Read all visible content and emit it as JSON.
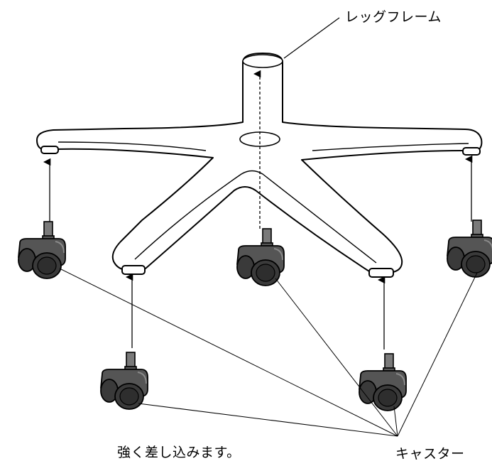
{
  "labels": {
    "leg_frame": "レッグフレーム",
    "insert_firmly": "強く差し込みます。",
    "caster": "キャスター"
  },
  "colors": {
    "line": "#000000",
    "caster_body": "#555555",
    "caster_dark": "#3a3a3a",
    "caster_light": "#8a8a8a",
    "frame_fill": "#ffffff"
  }
}
